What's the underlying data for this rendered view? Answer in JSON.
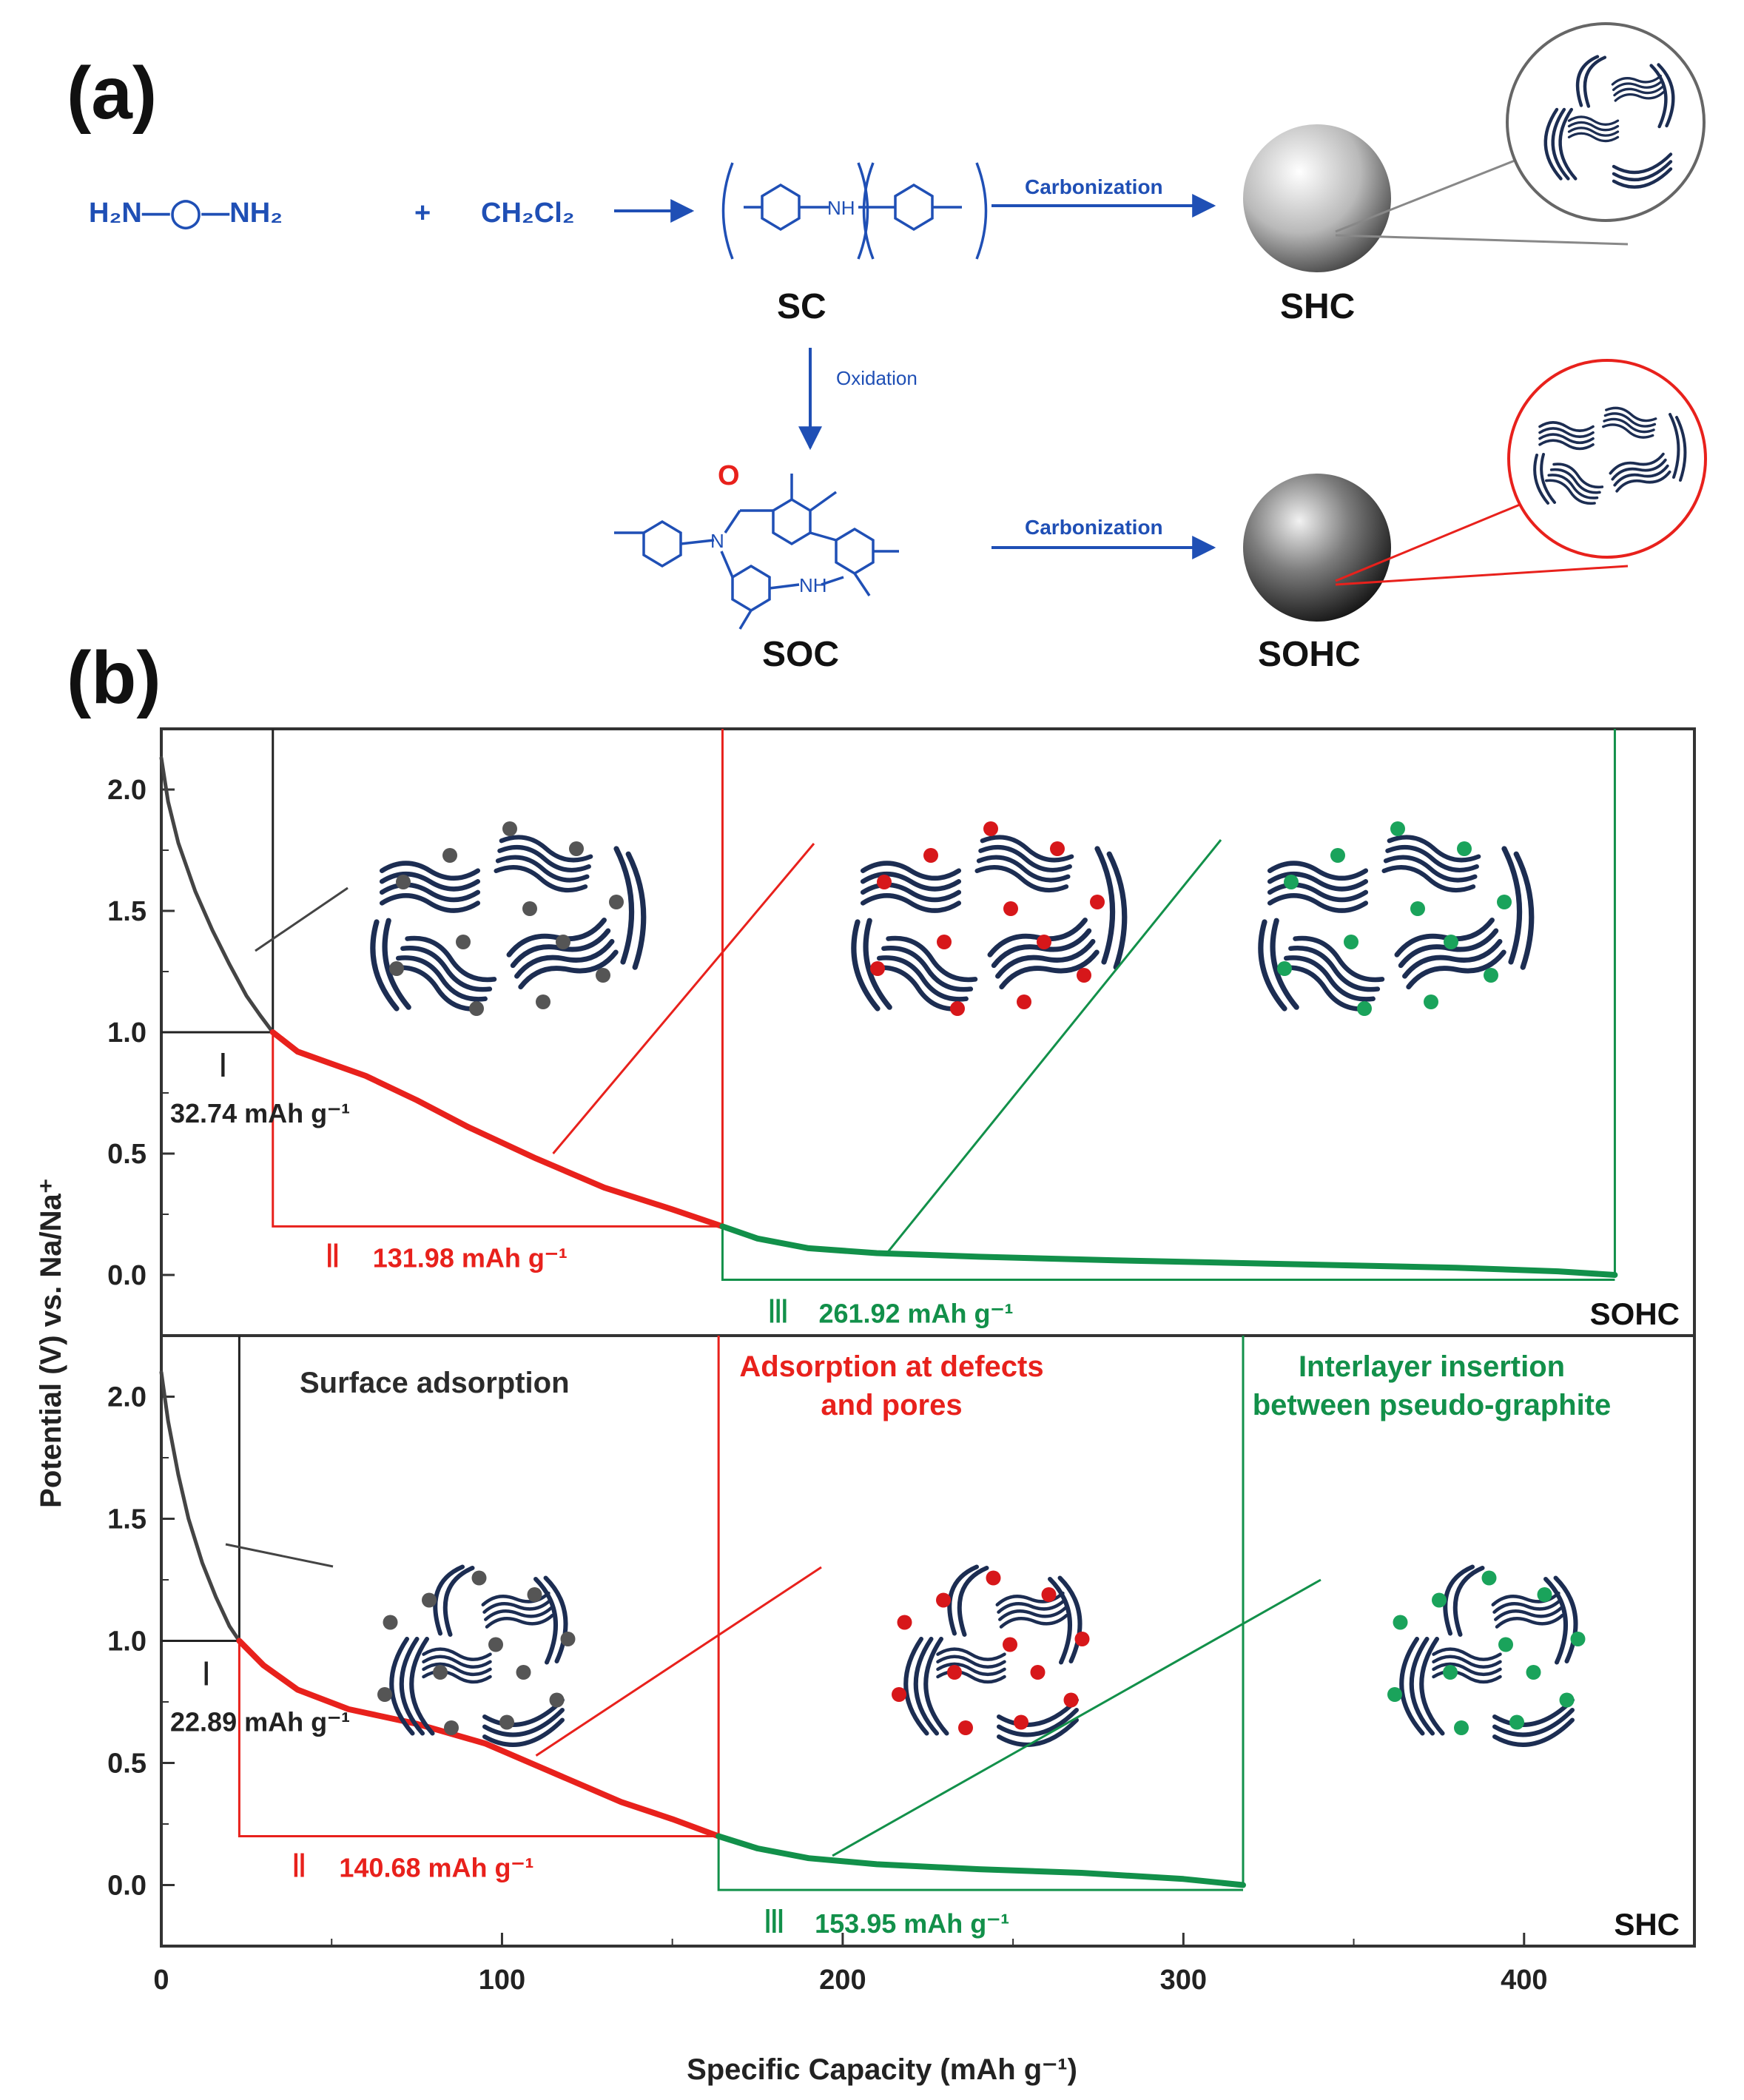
{
  "panel_a": {
    "label": "(a)",
    "reactant1": "H₂N—◯—NH₂",
    "plus": "+",
    "reactant2": "CH₂Cl₂",
    "polymer_nh": "NH",
    "sc_label": "SC",
    "carbonization_label": "Carbonization",
    "oxidation_label": "Oxidation",
    "soc_label": "SOC",
    "shc_label": "SHC",
    "sohc_label": "SOHC",
    "soc_o": "O",
    "soc_n": "N",
    "soc_nh": "NH"
  },
  "panel_b": {
    "label": "(b)",
    "y_axis_title": "Potential (V) vs. Na/Na⁺",
    "x_axis_title": "Specific Capacity (mAh g⁻¹)",
    "mechanisms": {
      "stage1": "Surface adsorption",
      "stage2_line1": "Adsorption at defects",
      "stage2_line2": "and pores",
      "stage3_line1": "Interlayer insertion",
      "stage3_line2": "between pseudo-graphite"
    },
    "colors": {
      "stage1": "#444444",
      "stage2": "#e8211c",
      "stage3": "#12904a",
      "carbon": "#1c2d52"
    }
  },
  "chart_data": [
    {
      "type": "line",
      "name": "SOHC",
      "xlabel": "Specific Capacity (mAh g⁻¹)",
      "ylabel": "Potential (V) vs. Na/Na⁺",
      "xlim": [
        0,
        450
      ],
      "ylim": [
        -0.25,
        2.25
      ],
      "x_ticks": [
        0,
        100,
        200,
        300,
        400
      ],
      "y_ticks": [
        0.0,
        0.5,
        1.0,
        1.5,
        2.0
      ],
      "series": [
        {
          "values": [
            [
              0,
              2.13
            ],
            [
              2,
              1.95
            ],
            [
              5,
              1.78
            ],
            [
              10,
              1.58
            ],
            [
              15,
              1.42
            ],
            [
              20,
              1.28
            ],
            [
              25,
              1.15
            ],
            [
              29,
              1.07
            ],
            [
              32.74,
              1.0
            ]
          ]
        },
        {
          "values": [
            [
              32.74,
              1.0
            ],
            [
              40,
              0.92
            ],
            [
              50,
              0.87
            ],
            [
              60,
              0.82
            ],
            [
              75,
              0.72
            ],
            [
              90,
              0.61
            ],
            [
              110,
              0.48
            ],
            [
              130,
              0.36
            ],
            [
              150,
              0.27
            ],
            [
              164.72,
              0.2
            ]
          ]
        },
        {
          "values": [
            [
              164.72,
              0.2
            ],
            [
              175,
              0.15
            ],
            [
              190,
              0.11
            ],
            [
              210,
              0.09
            ],
            [
              240,
              0.075
            ],
            [
              280,
              0.06
            ],
            [
              330,
              0.045
            ],
            [
              380,
              0.03
            ],
            [
              410,
              0.015
            ],
            [
              426.64,
              0.0
            ]
          ]
        }
      ],
      "stages": [
        {
          "numeral": "Ⅰ",
          "capacity_label": "32.74 mAh g⁻¹",
          "x_end": 32.74,
          "potential": 1.0
        },
        {
          "numeral": "Ⅱ",
          "capacity_label": "131.98 mAh g⁻¹",
          "x_end": 164.72,
          "potential": 0.2
        },
        {
          "numeral": "Ⅲ",
          "capacity_label": "261.92 mAh g⁻¹",
          "x_end": 426.64,
          "potential": 0.0
        }
      ]
    },
    {
      "type": "line",
      "name": "SHC",
      "xlabel": "Specific Capacity (mAh g⁻¹)",
      "ylabel": "Potential (V) vs. Na/Na⁺",
      "xlim": [
        0,
        450
      ],
      "ylim": [
        -0.25,
        2.25
      ],
      "x_ticks": [
        0,
        100,
        200,
        300,
        400
      ],
      "y_ticks": [
        0.0,
        0.5,
        1.0,
        1.5,
        2.0
      ],
      "series": [
        {
          "values": [
            [
              0,
              2.1
            ],
            [
              2,
              1.9
            ],
            [
              5,
              1.68
            ],
            [
              8,
              1.5
            ],
            [
              12,
              1.32
            ],
            [
              16,
              1.18
            ],
            [
              20,
              1.06
            ],
            [
              22.89,
              1.0
            ]
          ]
        },
        {
          "values": [
            [
              22.89,
              1.0
            ],
            [
              30,
              0.9
            ],
            [
              40,
              0.8
            ],
            [
              55,
              0.72
            ],
            [
              75,
              0.66
            ],
            [
              95,
              0.58
            ],
            [
              115,
              0.46
            ],
            [
              135,
              0.34
            ],
            [
              150,
              0.27
            ],
            [
              163.57,
              0.2
            ]
          ]
        },
        {
          "values": [
            [
              163.57,
              0.2
            ],
            [
              175,
              0.15
            ],
            [
              190,
              0.11
            ],
            [
              210,
              0.085
            ],
            [
              240,
              0.065
            ],
            [
              270,
              0.05
            ],
            [
              300,
              0.025
            ],
            [
              317.52,
              0.0
            ]
          ]
        }
      ],
      "stages": [
        {
          "numeral": "Ⅰ",
          "capacity_label": "22.89 mAh g⁻¹",
          "x_end": 22.89,
          "potential": 1.0
        },
        {
          "numeral": "Ⅱ",
          "capacity_label": "140.68 mAh g⁻¹",
          "x_end": 163.57,
          "potential": 0.2
        },
        {
          "numeral": "Ⅲ",
          "capacity_label": "153.95 mAh g⁻¹",
          "x_end": 317.52,
          "potential": 0.0
        }
      ]
    }
  ]
}
